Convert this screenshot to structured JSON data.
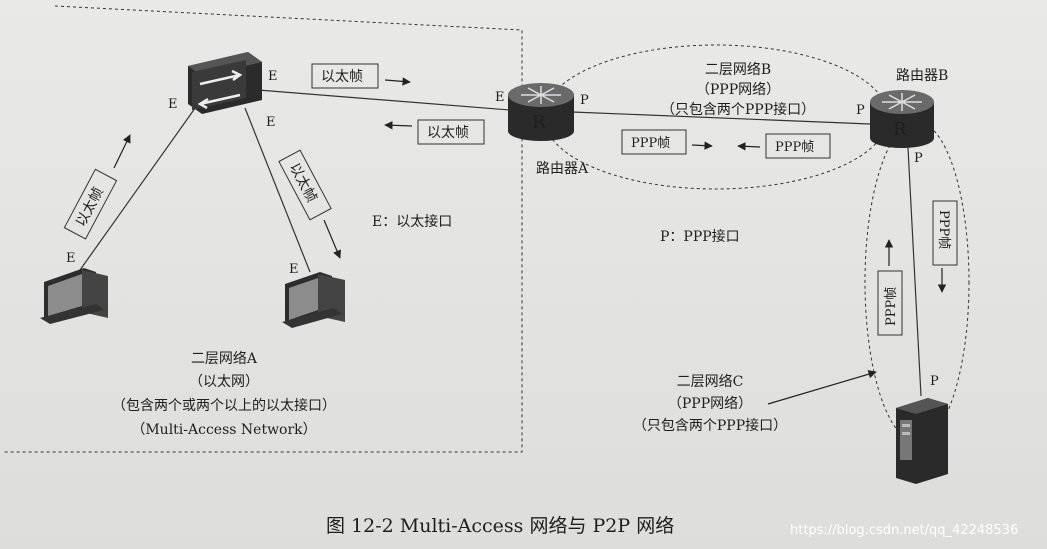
{
  "interface_label": "E",
  "ppp_label": "P",
  "frame_eth": "以太帧",
  "frame_ppp": "PPP帧",
  "router_a": "路由器A",
  "router_b": "路由器B",
  "router_glyph": "R",
  "legend_e": "E：以太接口",
  "legend_p": "P：PPP接口",
  "net_a": {
    "line1": "二层网络A",
    "line2": "（以太网）",
    "line3": "（包含两个或两个以上的以太接口）",
    "line4": "（Multi-Access Network）"
  },
  "net_b": {
    "line1": "二层网络B",
    "line2": "（PPP网络）",
    "line3": "（只包含两个PPP接口）"
  },
  "net_c": {
    "line1": "二层网络C",
    "line2": "（PPP网络）",
    "line3": "（只包含两个PPP接口）"
  },
  "caption": "图 12-2    Multi-Access 网络与 P2P 网络",
  "watermark": "https://blog.csdn.net/qq_42248536"
}
